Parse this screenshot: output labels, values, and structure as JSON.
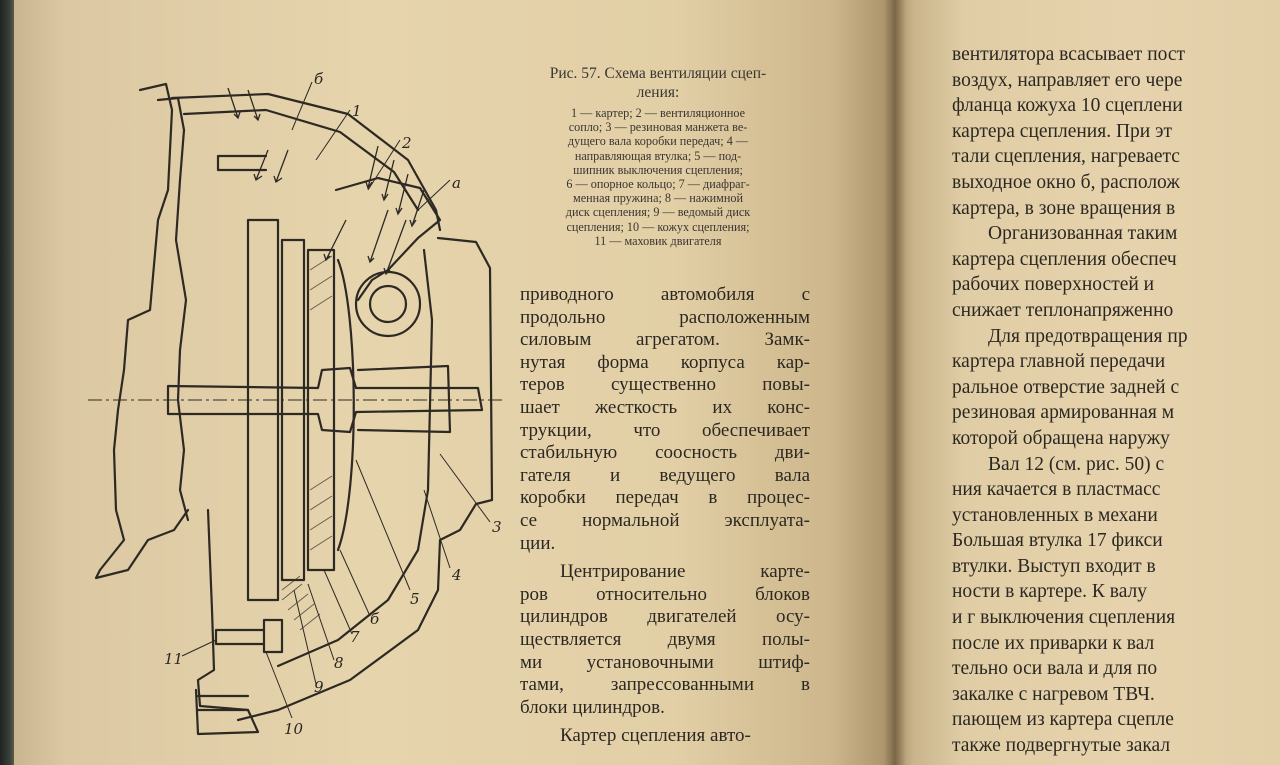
{
  "caption": {
    "title_line1": "Рис. 57. Схема вентиляции сцеп-",
    "title_line2": "ления:",
    "legend": [
      "1 — картер;  2 — вентиляционное",
      "сопло; 3 — резиновая манжета ве-",
      "дущего вала коробки передач; 4 —",
      "направляющая втулка;  5 — под-",
      "шипник выключения сцепления;",
      "6 — опорное кольцо;  7 — диафраг-",
      "менная пружина;  8 — нажимной",
      "диск сцепления; 9 — ведомый диск",
      "сцепления;  10 — кожух сцепления;",
      "11 — маховик двигателя"
    ]
  },
  "figure": {
    "labels": {
      "b_top": "б",
      "n1": "1",
      "n2": "2",
      "a": "a",
      "n3": "3",
      "n4": "4",
      "n5": "5",
      "b_bottom": "б",
      "n7": "7",
      "n8": "8",
      "n9": "9",
      "n10": "10",
      "n11": "11"
    }
  },
  "left_column": {
    "para1": [
      "приводного  автомобиля с",
      "продольно расположенным",
      "силовым  агрегатом.  Замк-",
      "нутая форма корпуса кар-",
      "теров  существенно   повы-",
      "шает жесткость их конс-",
      "трукции, что обеспечивает",
      "стабильную соосность дви-",
      "гателя  и  ведущего  вала",
      "коробки передач в процес-",
      "се  нормальной  эксплуата-",
      "ции."
    ],
    "para2": [
      "Центрирование  карте-",
      "ров  относительно  блоков",
      "цилиндров двигателей осу-",
      "ществляется двумя   полы-",
      "ми  установочными  штиф-",
      "тами,  запрессованными  в",
      "блоки  цилиндров."
    ],
    "para3": [
      "Картер сцепления авто-"
    ]
  },
  "right_column": {
    "lines": [
      "вентилятора всасывает пост",
      "воздух, направляет его чере",
      "фланца кожуха 10 сцеплени",
      "картера сцепления.  При эт",
      "тали сцепления, нагреваетс",
      "выходное окно б, располож",
      "картера, в зоне вращения в",
      "Организованная таким",
      "картера сцепления обеспеч",
      "рабочих  поверхностей  и",
      "снижает теплонапряженно",
      "Для предотвращения пр",
      "картера главной передачи",
      "ральное отверстие задней с",
      "резиновая армированная м",
      "которой обращена наружу",
      "Вал 12 (см. рис. 50) с",
      "ния качается в пластмасс",
      "установленных  в  механи",
      "Большая втулка 17 фикси",
      "втулки.  Выступ входит в",
      "ности в картере.  К валу",
      "и г выключения сцепления",
      "после их приварки к вал",
      "тельно оси вала и для по",
      "закалке с нагревом ТВЧ.",
      "пающем из картера сцепле",
      "также подвергнутые закал"
    ],
    "indented": [
      7,
      11,
      16
    ]
  }
}
